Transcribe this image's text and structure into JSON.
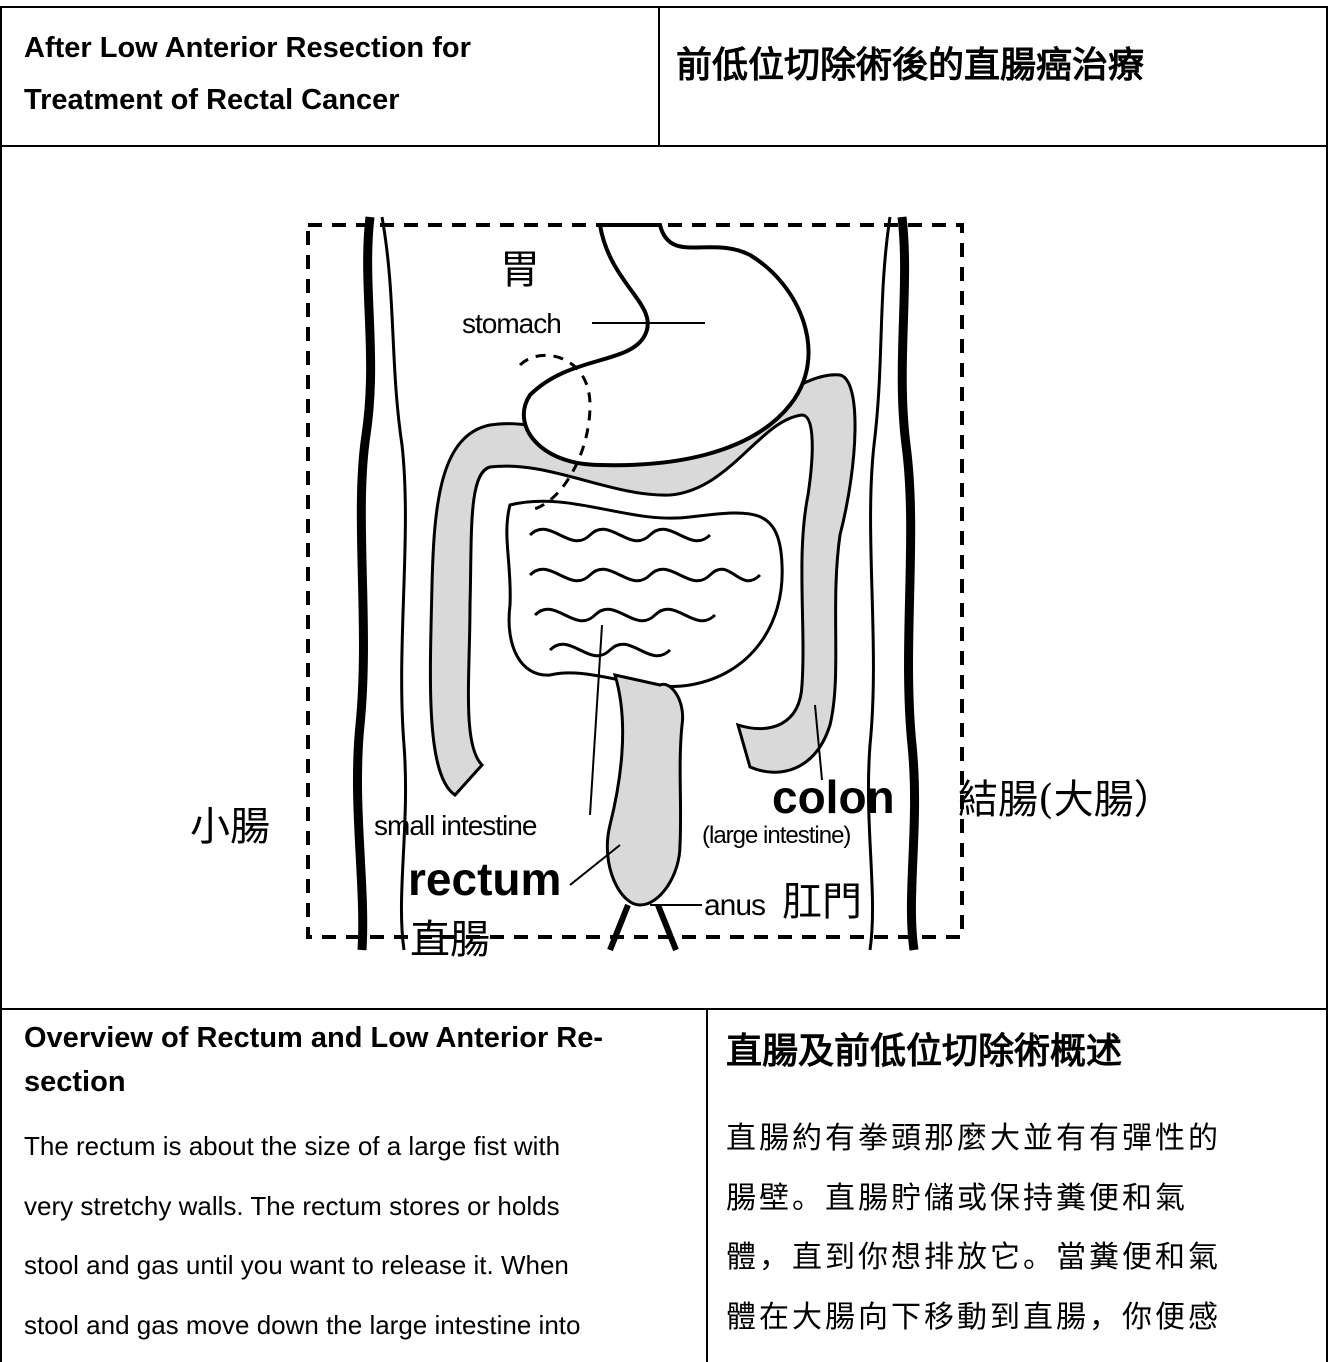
{
  "header": {
    "title_en": [
      "After Low Anterior Resection for",
      "Treatment of Rectal Cancer"
    ],
    "title_zh": "前低位切除術後的直腸癌治療"
  },
  "diagram": {
    "labels": {
      "stomach_zh": "胃",
      "stomach_en": "stomach",
      "small_intestine_zh": "小腸",
      "small_intestine_en": "small intestine",
      "colon_en": "colon",
      "colon_sub_en": "(large intestine)",
      "colon_zh": "結腸(大腸）",
      "rectum_en": "rectum",
      "rectum_zh": "直腸",
      "anus_en": "anus",
      "anus_zh": "肛門"
    }
  },
  "overview": {
    "heading_en": [
      "Overview of Rectum and Low Anterior Re-",
      "section"
    ],
    "heading_zh": "直腸及前低位切除術概述",
    "body_en": [
      "The rectum is about the size of a large fist with",
      "very stretchy walls. The rectum stores or holds",
      "stool and gas until you want to release it. When",
      "stool and gas move down the large intestine into"
    ],
    "body_zh": [
      "直腸約有拳頭那麼大並有有彈性的",
      "腸壁。直腸貯儲或保持糞便和氣",
      "體，直到你想排放它。當糞便和氣",
      "體在大腸向下移動到直腸，你便感"
    ]
  }
}
